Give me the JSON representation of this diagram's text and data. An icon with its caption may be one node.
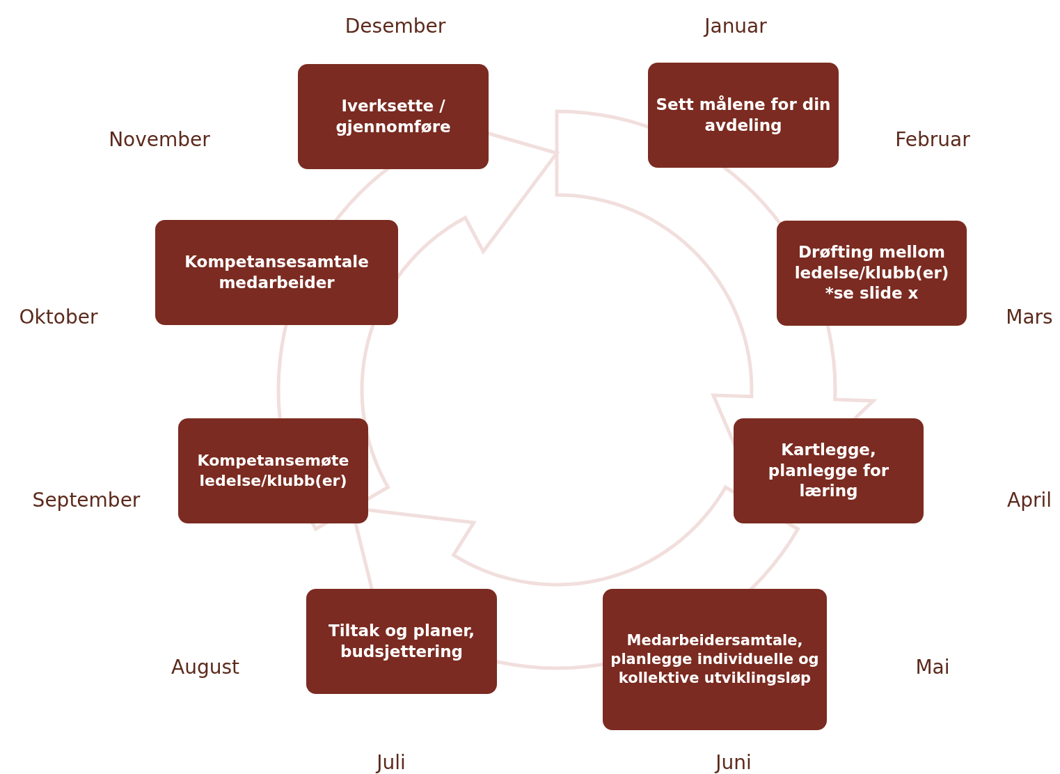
{
  "diagram": {
    "nodes": [
      {
        "text": [
          "Sett målene for din avdeling"
        ]
      },
      {
        "text": [
          "Drøfting mellom ledelse/klubb(er) *se slide x"
        ]
      },
      {
        "text": [
          "Kartlegge, planlegge for læring"
        ]
      },
      {
        "text": [
          "Medarbeidersamtale, planlegge individuelle og kollektive utviklingsløp"
        ]
      },
      {
        "text": [
          "Tiltak og planer, budsjettering"
        ]
      },
      {
        "text": [
          "Kompetansemøte ledelse/klubb(er)"
        ]
      },
      {
        "text": [
          "Kompetansesamtale medarbeider"
        ]
      },
      {
        "text": [
          "Iverksette / gjennomføre"
        ]
      }
    ],
    "labels": [
      "Januar",
      "Februar",
      "Mars",
      "April",
      "Mai",
      "Juni",
      "Juli",
      "August",
      "September",
      "Oktober",
      "November",
      "Desember"
    ]
  }
}
